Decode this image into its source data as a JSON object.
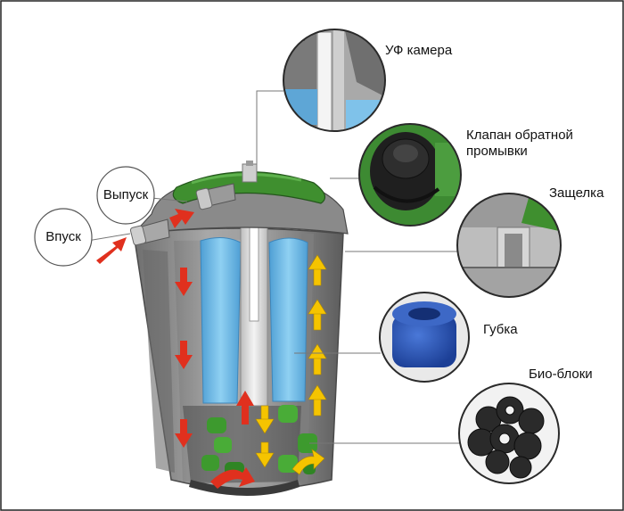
{
  "labels": {
    "uv_chamber": "УФ камера",
    "backwash_valve_line1": "Клапан обратной",
    "backwash_valve_line2": "промывки",
    "latch": "Защелка",
    "sponge": "Губка",
    "bio_blocks": "Био-блоки",
    "outlet": "Выпуск",
    "inlet": "Впуск"
  },
  "colors": {
    "inflow_arrow": "#e0301e",
    "outflow_arrow": "#f5c400",
    "lid": "#3f8f2f",
    "sponge": "#6bb6e6",
    "bio": "#3d9a2e",
    "body": "#8e8e8e"
  }
}
